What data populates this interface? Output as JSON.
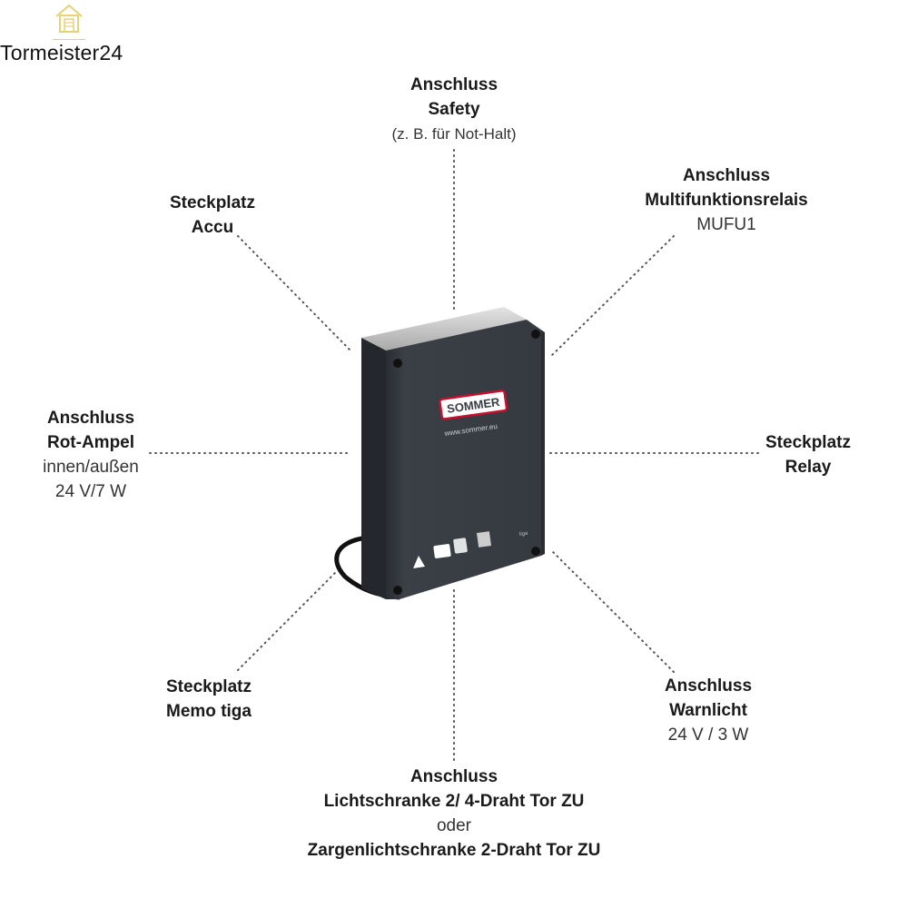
{
  "brand": {
    "name": "Tormeister24",
    "icon": "house-icon",
    "icon_color": "#e6d27a"
  },
  "device": {
    "logo_text": "SOMMER",
    "url_text": "www.sommer.eu",
    "model_text": "tiga",
    "housing_color": "#3a3e45",
    "lid_color": "#c9c9c9",
    "accent_color": "#c8102e"
  },
  "callouts": {
    "safety": {
      "line1": "Anschluss",
      "line2": "Safety",
      "line3": "(z. B. für Not-Halt)"
    },
    "mufu": {
      "line1": "Anschluss",
      "line2": "Multifunktionsrelais",
      "line3": "MUFU1"
    },
    "accu": {
      "line1": "Steckplatz",
      "line2": "Accu"
    },
    "ampel": {
      "line1": "Anschluss",
      "line2": "Rot-Ampel",
      "line3": "innen/außen",
      "line4": "24 V/7 W"
    },
    "relay": {
      "line1": "Steckplatz",
      "line2": "Relay"
    },
    "memo": {
      "line1": "Steckplatz",
      "line2": "Memo tiga"
    },
    "warn": {
      "line1": "Anschluss",
      "line2": "Warnlicht",
      "line3": "24 V / 3 W"
    },
    "licht": {
      "line1": "Anschluss",
      "line2": "Lichtschranke 2/ 4-Draht Tor ZU",
      "line3": "oder",
      "line4": "Zargenlichtschranke 2-Draht Tor ZU"
    }
  }
}
